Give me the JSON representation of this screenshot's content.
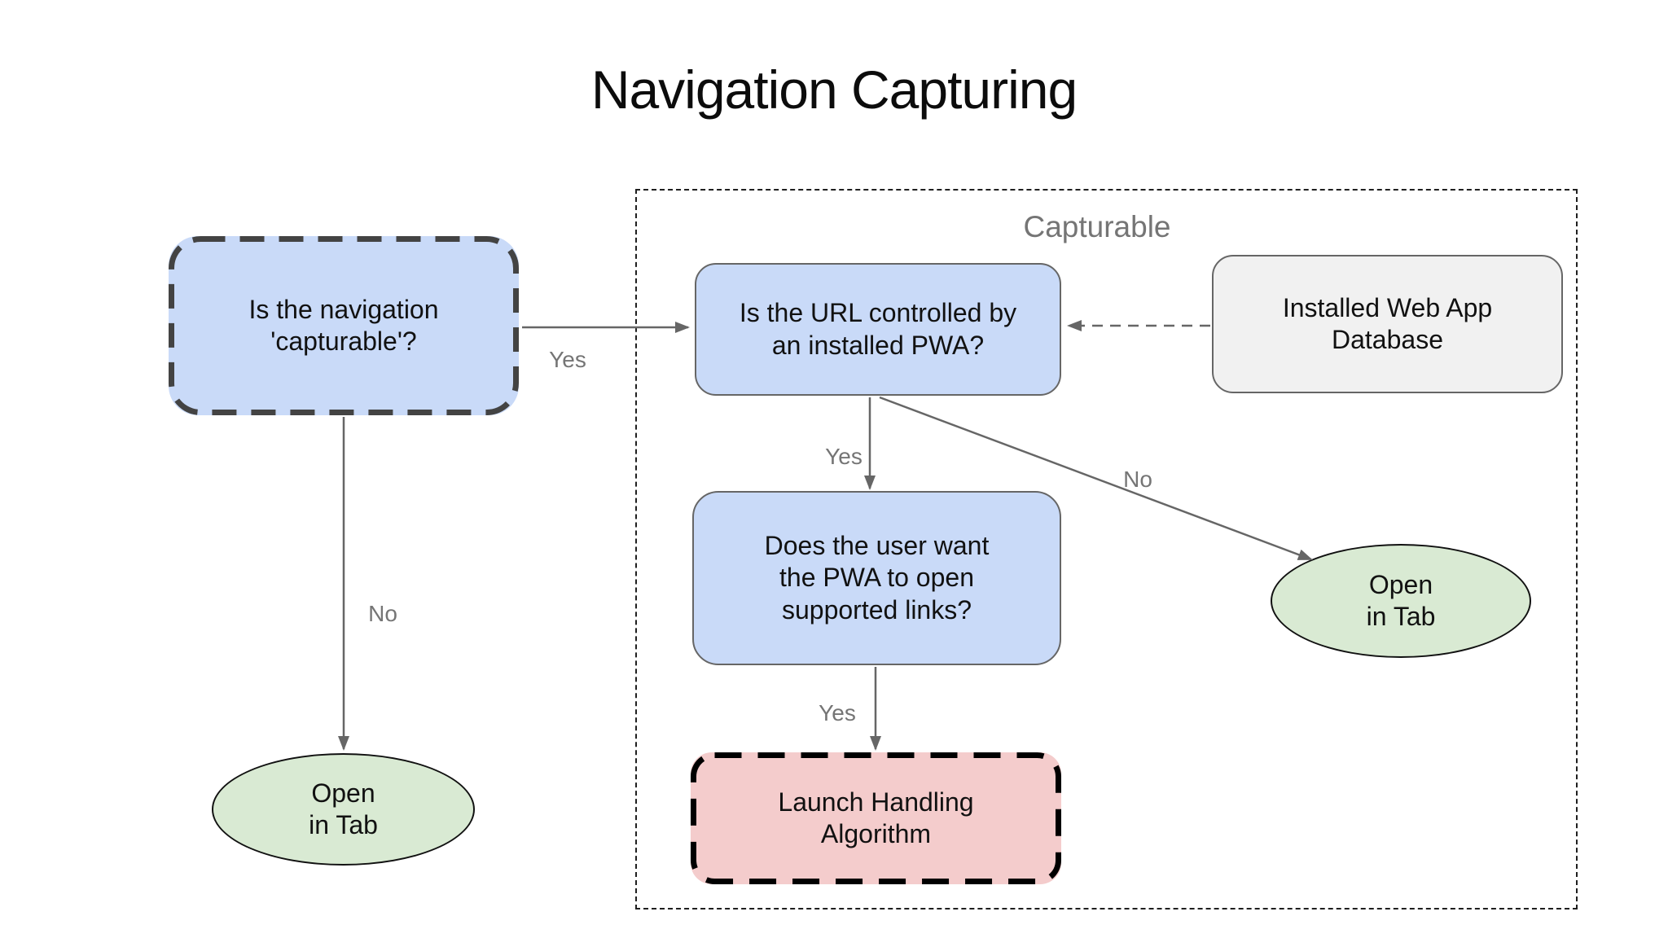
{
  "title": "Navigation Capturing",
  "diagram": {
    "container_label": "Capturable",
    "nodes": {
      "is_capturable": {
        "text": "Is the navigation 'capturable'?"
      },
      "url_controlled": {
        "text": "Is the URL controlled by an installed PWA?"
      },
      "installed_db": {
        "text": "Installed Web App Database"
      },
      "user_want": {
        "text": "Does the user want the PWA to open supported links?"
      },
      "launch_handling": {
        "text": "Launch Handling Algorithm"
      },
      "open_in_tab_left": {
        "text": "Open\nin Tab"
      },
      "open_in_tab_right": {
        "text": "Open\nin Tab"
      }
    },
    "edge_labels": {
      "capturable_yes": "Yes",
      "capturable_no": "No",
      "url_yes": "Yes",
      "url_no": "No",
      "user_want_yes": "Yes"
    },
    "colors": {
      "decision_fill": "#c9daf8",
      "terminal_fill": "#d9ead3",
      "launch_fill": "#f4cccc",
      "database_fill": "#f1f1f1",
      "solid_border": "#666666",
      "dashed_box_border": "#434343",
      "launch_border": "#000000",
      "edge_color": "#666666",
      "edge_label_color": "#757575",
      "group_label_color": "#757575"
    }
  }
}
